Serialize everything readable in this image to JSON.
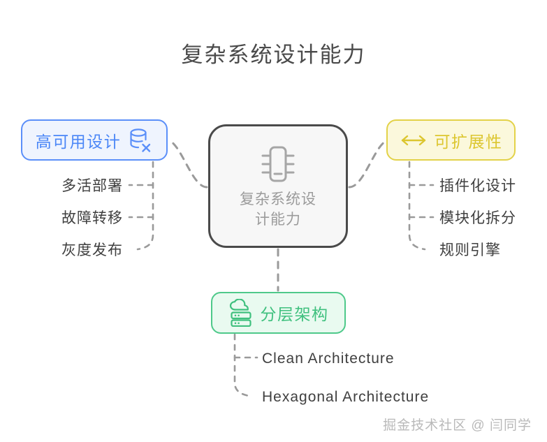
{
  "page": {
    "title": "复杂系统设计能力",
    "background": "#ffffff",
    "watermark": "掘金技术社区 @ 闫同学"
  },
  "root": {
    "label": "复杂系统设\n计能力",
    "icon": "chip-icon",
    "border_color": "#4a4a4a",
    "fill_color": "#f7f7f7",
    "text_color": "#9b9b9b"
  },
  "branches": [
    {
      "id": "high-availability",
      "label": "高可用设计",
      "icon": "database-x-icon",
      "position": "left",
      "border_color": "#5b8ff9",
      "fill_color": "#eff4fe",
      "text_color": "#4a86f7",
      "children": [
        "多活部署",
        "故障转移",
        "灰度发布"
      ]
    },
    {
      "id": "scalability",
      "label": "可扩展性",
      "icon": "arrows-left-right-icon",
      "position": "right",
      "border_color": "#e3d249",
      "fill_color": "#fbf8dc",
      "text_color": "#dcc62f",
      "children": [
        "插件化设计",
        "模块化拆分",
        "规则引擎"
      ]
    },
    {
      "id": "layered-architecture",
      "label": "分层架构",
      "icon": "cloud-server-icon",
      "position": "bottom",
      "border_color": "#4ec98a",
      "fill_color": "#e9faf0",
      "text_color": "#3fc07e",
      "children": [
        "Clean Architecture",
        "Hexagonal Architecture"
      ]
    }
  ],
  "connector": {
    "color": "#9a9a9a",
    "style": "dashed"
  }
}
